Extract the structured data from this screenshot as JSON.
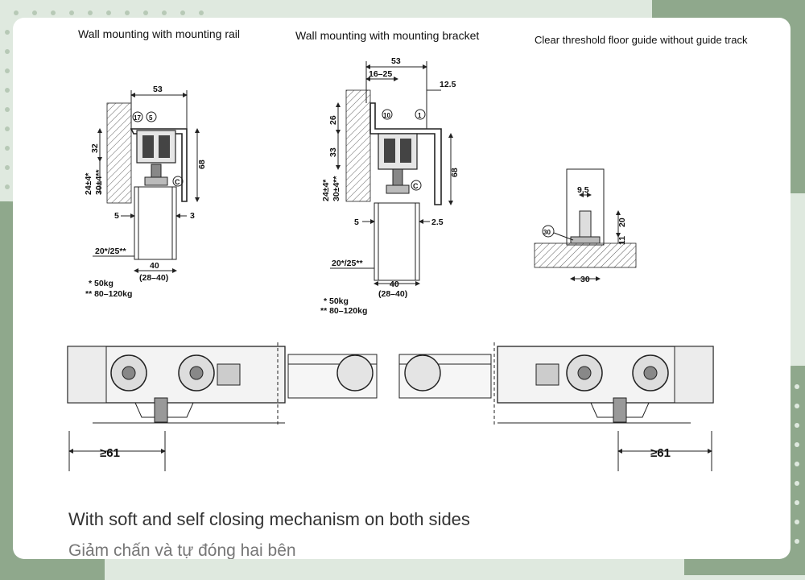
{
  "titles": {
    "rail": "Wall mounting with mounting rail",
    "bracket": "Wall mounting with mounting bracket",
    "floor": "Clear threshold floor guide without guide track"
  },
  "rail": {
    "d53": "53",
    "d32": "32",
    "d68": "68",
    "d24": "24±4*",
    "d30": "30±4**",
    "d5": "5",
    "d3": "3",
    "d20": "20*/25**",
    "d40": "40",
    "d2840": "(28–40)",
    "c17": "17",
    "c5": "5",
    "cC": "C",
    "n1": "* 50kg",
    "n2": "** 80–120kg"
  },
  "bracket": {
    "d53": "53",
    "d1625": "16–25",
    "d125": "12.5",
    "d26": "26",
    "d33": "33",
    "d68": "68",
    "d24": "24±4*",
    "d30": "30±4**",
    "d5": "5",
    "d25": "2.5",
    "d20": "20*/25**",
    "d40": "40",
    "d2840": "(28–40)",
    "c10": "10",
    "c1": "1",
    "cC": "C",
    "n1": "* 50kg",
    "n2": "** 80–120kg"
  },
  "floor": {
    "d95": "9.5",
    "d20": "20",
    "d11": "11",
    "d30": "30",
    "c30": "30"
  },
  "bottom": {
    "left": "≥61",
    "right": "≥61"
  },
  "caption": {
    "en": "With soft and self closing mechanism on both sides",
    "vi": "Giảm chấn và tự đóng hai bên"
  },
  "colors": {
    "bg": "#dfe9df",
    "accent": "#8fa88c",
    "card": "#ffffff"
  }
}
